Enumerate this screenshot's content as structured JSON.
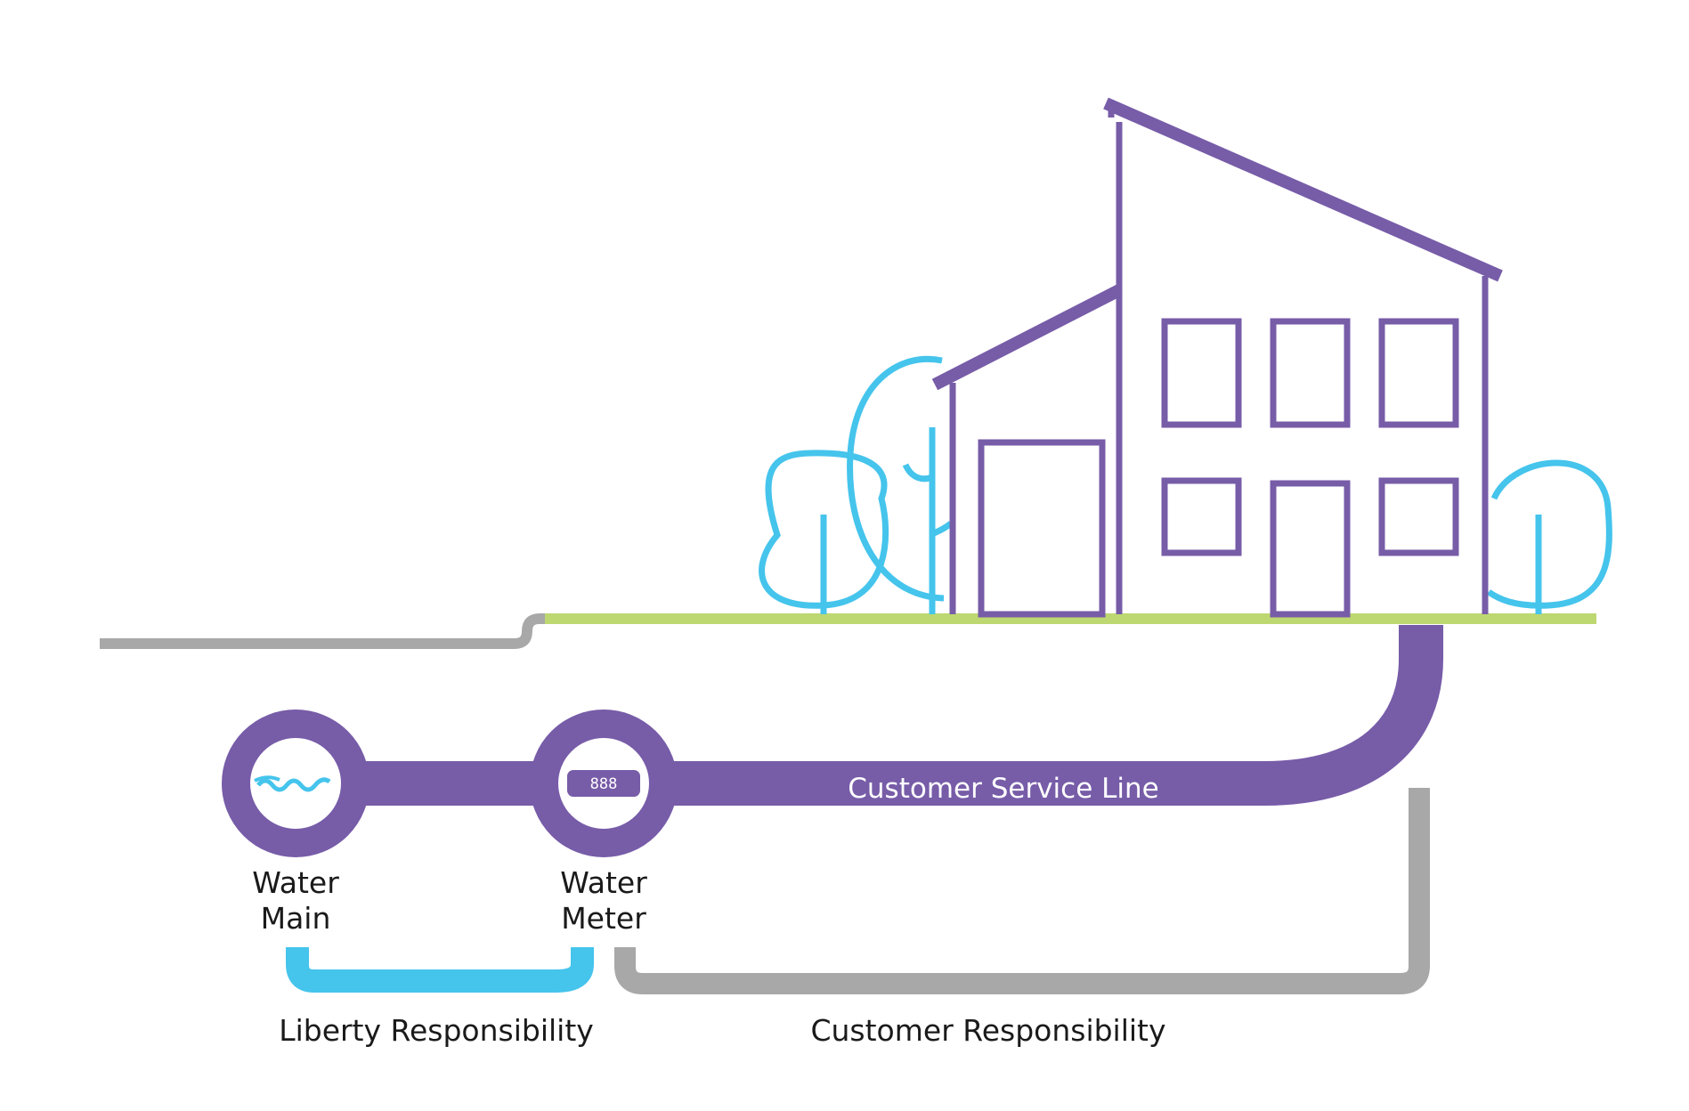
{
  "labels": {
    "service_line": "Customer Service Line",
    "water_main_line1": "Water",
    "water_main_line2": "Main",
    "water_meter_line1": "Water",
    "water_meter_line2": "Meter",
    "liberty_responsibility": "Liberty Responsibility",
    "customer_responsibility": "Customer Responsibility",
    "meter_display": "888"
  },
  "colors": {
    "purple": "#775ca8",
    "blue": "#45c4ec",
    "gray": "#a8a8a8",
    "green": "#bdd870",
    "text": "#1a1a1a"
  },
  "icons": {
    "water_main": "water-wave-icon",
    "water_meter": "meter-display-icon"
  }
}
